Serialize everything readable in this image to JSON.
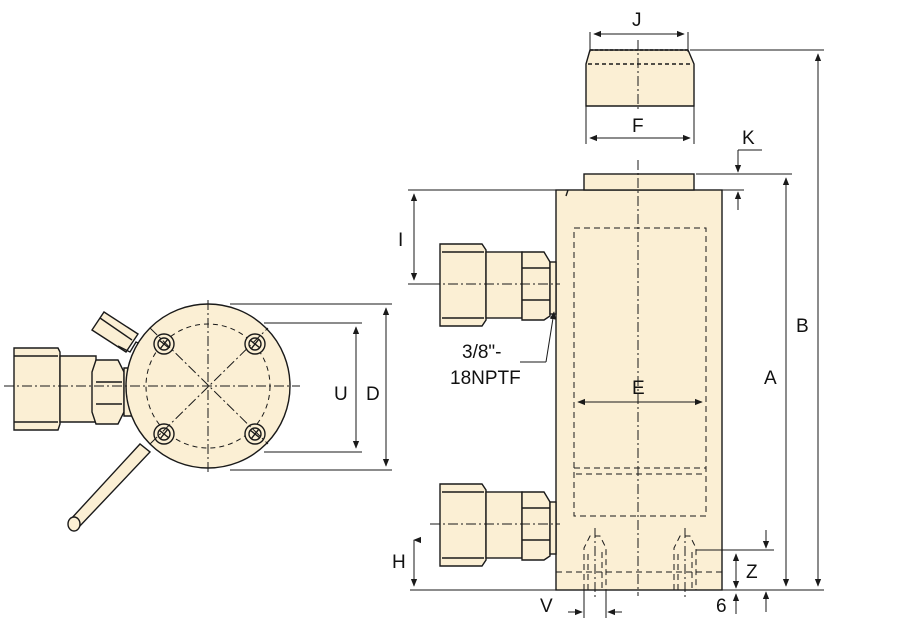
{
  "colors": {
    "body_fill": "#fbefd4",
    "line": "#1a1a1a",
    "hidden_line": "#333333"
  },
  "labels": {
    "J": "J",
    "F": "F",
    "K": "K",
    "B": "B",
    "A": "A",
    "I": "I",
    "U": "U",
    "D": "D",
    "E": "E",
    "H": "H",
    "Z": "Z",
    "V": "V",
    "six": "6",
    "thread_line1": "3/8\"-",
    "thread_line2": "18NPTF"
  }
}
